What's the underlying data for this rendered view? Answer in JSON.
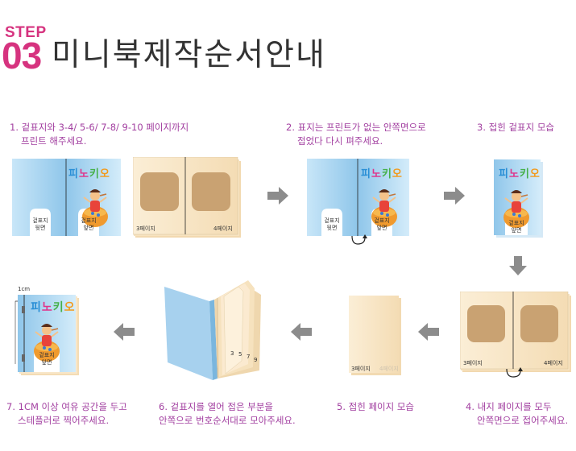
{
  "header": {
    "step_word": "STEP",
    "step_number": "03",
    "title": "미니북제작순서안내"
  },
  "steps": [
    {
      "line1": "1. 겉표지와 3-4/ 5-6/ 7-8/ 9-10 페이지까지",
      "line2": "프린트 해주세요."
    },
    {
      "line1": "2. 표지는 프린트가 없는 안쪽면으로",
      "line2": "접었다 다시 펴주세요."
    },
    {
      "line1": "3. 접힌 겉표지 모습",
      "line2": ""
    },
    {
      "line1": "4. 내지 페이지를 모두",
      "line2": "안쪽면으로 접어주세요."
    },
    {
      "line1": "5. 접힌 페이지 모습",
      "line2": ""
    },
    {
      "line1": "6. 겉표지를 열어 접은 부분을",
      "line2": "안쪽으로 번호순서대로 모아주세요."
    },
    {
      "line1": "7. 1CM 이상 여유 공간을 두고",
      "line2": "스테플러로 찍어주세요."
    }
  ],
  "book": {
    "title_chars": [
      "피",
      "노",
      "키",
      "오"
    ],
    "back_cover_label": "겉표지\n뒷면",
    "front_cover_label": "겉표지\n앞면",
    "page3": "3페이지",
    "page4": "4페이지",
    "stack_numbers": [
      "3",
      "5",
      "7",
      "9"
    ],
    "margin_label": "1cm"
  },
  "colors": {
    "accent": "#d6337f",
    "caption": "#a23fa0",
    "arrow": "#8c8c8c",
    "cover_blue": "#a9d4ef",
    "page_cream": "#f8e6c8",
    "window_tan": "#c9a272"
  }
}
